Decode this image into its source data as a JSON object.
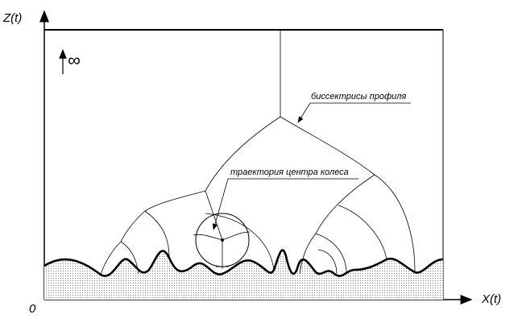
{
  "axes": {
    "z_label": "Z(t)",
    "x_label": "X(t)",
    "origin_label": "0"
  },
  "infinity_label": "∞",
  "annotations": {
    "bisectors": "биссектрисы профиля",
    "wheel_trajectory": "траектория центра колеса"
  },
  "colors": {
    "line": "#000000",
    "ground_fill": "#d8d8d8"
  }
}
